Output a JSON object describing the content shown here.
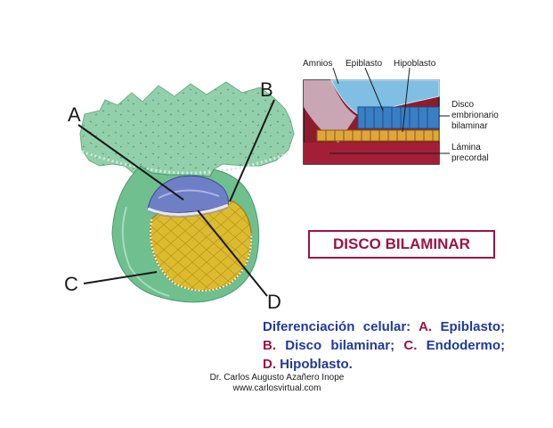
{
  "main_diagram": {
    "labels": {
      "a": "A",
      "b": "B",
      "c": "C",
      "d": "D"
    }
  },
  "inset": {
    "labels": {
      "amnios": "Amnios",
      "epiblasto": "Epiblasto",
      "hipoblasto": "Hipoblasto",
      "disco": "Disco\nembrionario\nbilaminar",
      "lamina": "Lámina\nprecordal"
    }
  },
  "title": "DISCO BILAMINAR",
  "caption": {
    "heading": "Diferenciación celular:",
    "items": [
      {
        "key": "A.",
        "text": "Epiblasto;"
      },
      {
        "key": "B.",
        "text": "Disco bilaminar;"
      },
      {
        "key": "C.",
        "text": "Endodermo;"
      },
      {
        "key": "D.",
        "text": "Hipoblasto."
      }
    ]
  },
  "credits": {
    "author": "Dr. Carlos Augusto Azañero Inope",
    "website": "www.carlosvirtual.com"
  },
  "colors": {
    "tissue": "#8fcfa8",
    "yolk": "#d9b62a",
    "epiblast": "#6d7fc4",
    "title_border": "#9a1446",
    "caption_blue": "#1f3a9a",
    "caption_key": "#9a1446"
  }
}
